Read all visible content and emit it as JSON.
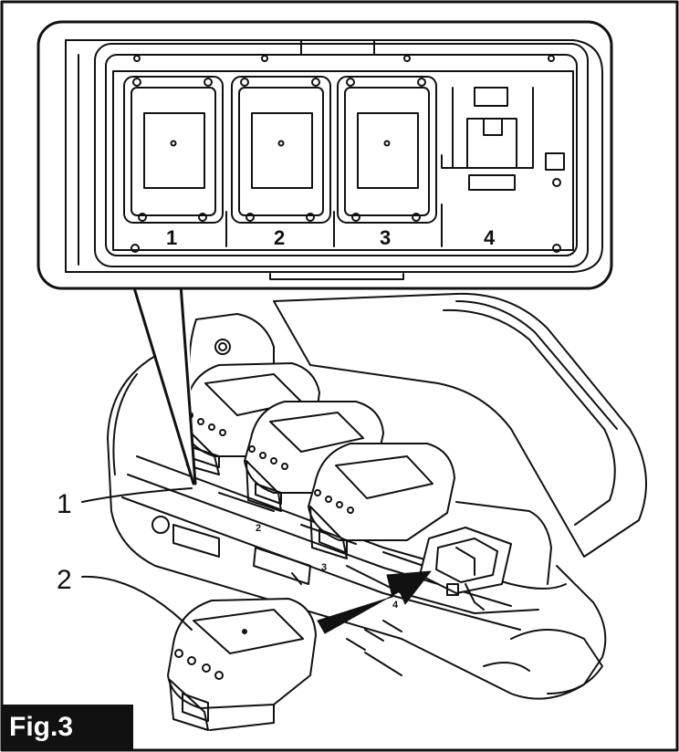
{
  "figure": {
    "tag": "Fig.3"
  },
  "inset": {
    "slot_labels": [
      "1",
      "2",
      "3",
      "4"
    ]
  },
  "callouts": [
    "1",
    "2"
  ],
  "tray_marks": [
    "2",
    "3",
    "4"
  ]
}
